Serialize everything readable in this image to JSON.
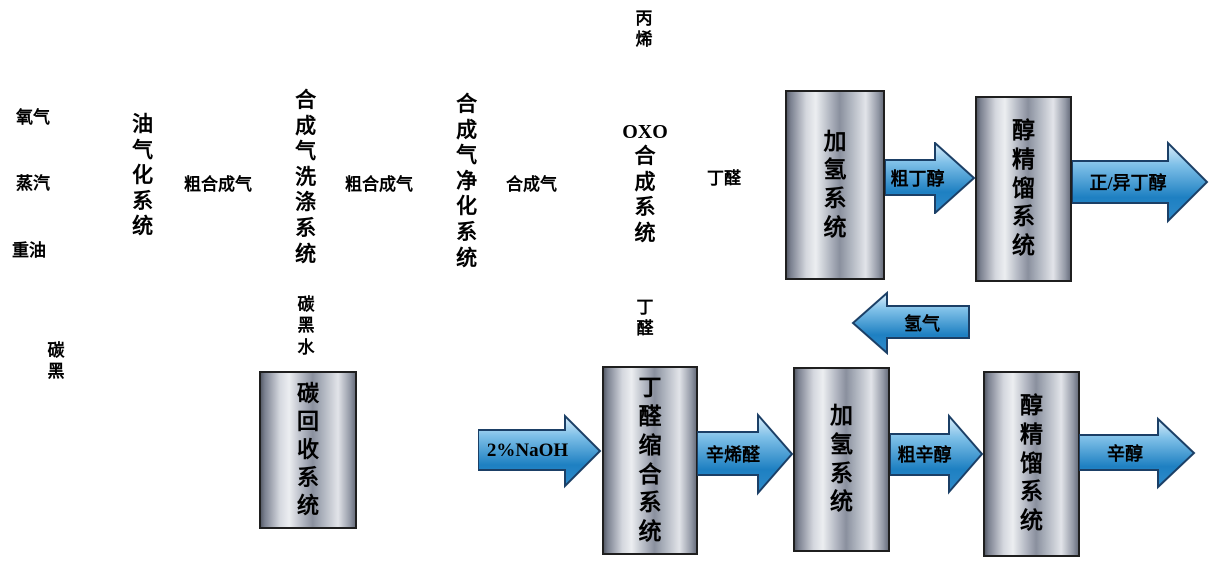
{
  "diagram": {
    "title_implicit": "",
    "colors": {
      "background": "#ffffff",
      "arrow_blue_top": "#ddeefa",
      "arrow_blue_mid": "#7fc0e8",
      "arrow_blue_deep": "#1573b5",
      "arrow_outline": "#1b3f66",
      "box_border": "#1f1f1f",
      "box_metal_dark": "#6c7280",
      "box_metal_light": "#eceef1",
      "text": "#000000"
    },
    "top_row": {
      "inputs": [
        "氧气",
        "蒸汽",
        "重油"
      ],
      "gasification_system": "油气化系统",
      "crude_syngas_1": "粗合成气",
      "washing_system": "合成气洗涤系统",
      "crude_syngas_2": "粗合成气",
      "purification_system": "合成气净化系统",
      "syngas": "合成气",
      "propylene": "丙烯",
      "oxo_title": "OXO",
      "oxo_body": "合成系统",
      "butyraldehyde": "丁醛",
      "hydrogenation_system": "加氢系统",
      "crude_butanol": "粗丁醇",
      "distillation_system": "醇精馏系统",
      "n_iso_butanol": "正/异丁醇"
    },
    "middle": {
      "hydrogen": "氢气",
      "carbon_black": "碳黑",
      "carbon_black_water": "碳黑水",
      "butyraldehyde": "丁醛"
    },
    "bottom_row": {
      "carbon_recovery_system": "碳回收系统",
      "naoh_feed": "2%NaOH",
      "condensation_system": "丁醛缩合系统",
      "octenal": "辛烯醛",
      "hydrogenation_system": "加氢系统",
      "crude_octanol": "粗辛醇",
      "distillation_system": "醇精馏系统",
      "octanol": "辛醇"
    }
  }
}
